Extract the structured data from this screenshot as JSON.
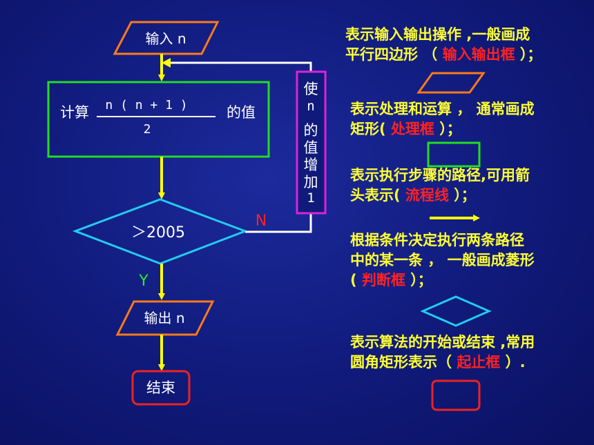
{
  "flowchart": {
    "input_label": "输入 n",
    "calc_prefix": "计算",
    "calc_numerator": "n ( n + 1 )",
    "calc_denominator": "2",
    "calc_suffix": "的值",
    "loop_label_chars": [
      "使",
      "n",
      "的",
      "值",
      "增",
      "加",
      "1"
    ],
    "condition": "＞2005",
    "no_label": "N",
    "yes_label": "Y",
    "output_label": "输出 n",
    "end_label": "结束"
  },
  "legend": {
    "io": {
      "line1": "表示输入输出操作 ,一般画成",
      "line2_prefix": "平行四边形 （ ",
      "line2_term": "输入输出框",
      "line2_suffix": " ）；"
    },
    "process": {
      "line1": "表示处理和运算 ， 通常画成",
      "line2_prefix": "矩形( ",
      "line2_term": "处理框",
      "line2_suffix": " ）；"
    },
    "flowline": {
      "line1": "表示执行步骤的路径,可用箭",
      "line2_prefix": "头表示( ",
      "line2_term": "流程线",
      "line2_suffix": " ）；"
    },
    "decision": {
      "line1": "根据条件决定执行两条路径",
      "line2": "中的某一条 ， 一般画成菱形",
      "line3_prefix": "( ",
      "line3_term": "判断框",
      "line3_suffix": " ）；"
    },
    "terminal": {
      "line1": "表示算法的开始或结束 ,常用",
      "line2_prefix": "圆角矩形表示（ ",
      "line2_term": "起止框",
      "line2_suffix": " ）."
    }
  },
  "colors": {
    "background": "#101a7a",
    "io_border": "#ff7a1a",
    "process_border": "#22dd22",
    "decision_border": "#22ccee",
    "terminal_border": "#ee2222",
    "loop_box_border": "#dd22dd",
    "arrow": "#ffff00",
    "loop_line": "#ffffff",
    "no_label": "#ff2222",
    "yes_label": "#22ee22",
    "text": "#ffffff",
    "legend_text": "#ffff33",
    "legend_term": "#ff2222"
  }
}
